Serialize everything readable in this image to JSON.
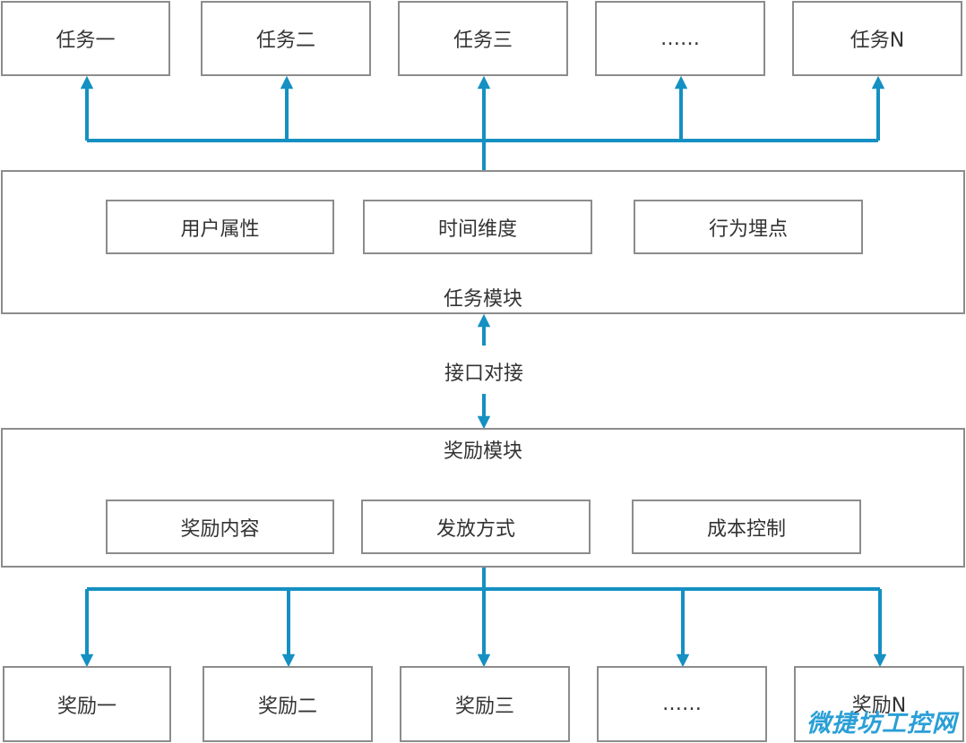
{
  "tasks": [
    "任务一",
    "任务二",
    "任务三",
    "……",
    "任务N"
  ],
  "task_module": {
    "title": "任务模块",
    "items": [
      "用户属性",
      "时间维度",
      "行为埋点"
    ]
  },
  "interface_label": "接口对接",
  "reward_module": {
    "title": "奖励模块",
    "items": [
      "奖励内容",
      "发放方式",
      "成本控制"
    ]
  },
  "rewards": [
    "奖励一",
    "奖励二",
    "奖励三",
    "……",
    "奖励N"
  ],
  "watermark": "微捷坊工控网",
  "colors": {
    "arrow": "#1590c2",
    "border": "#8c8c8c",
    "text": "#333333",
    "watermark": "#2a9fd6"
  }
}
